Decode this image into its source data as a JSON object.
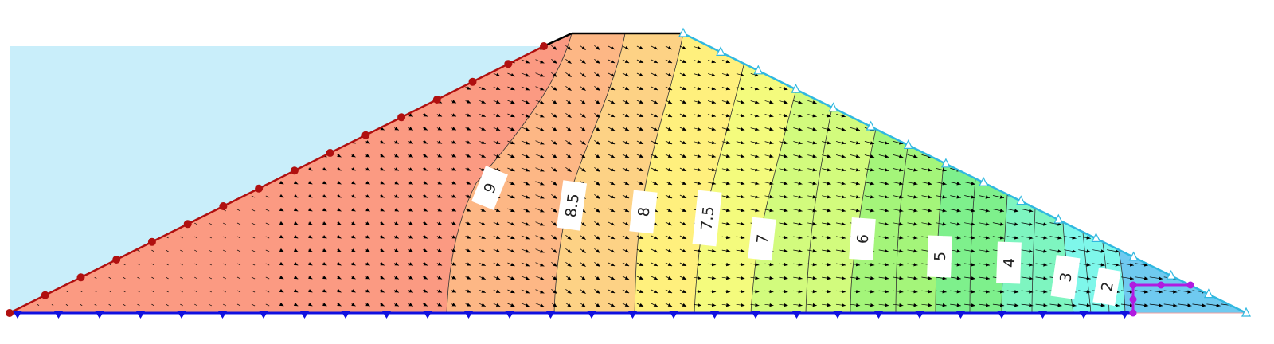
{
  "diagram": {
    "contour_labels": [
      "9",
      "8.5",
      "8",
      "7.5",
      "7",
      "6",
      "5",
      "4",
      "3",
      "2"
    ],
    "colors": {
      "reservoir": "#c9eefa",
      "head_9_plus": "#fb9a82",
      "head_8_5": "#fdb785",
      "head_8": "#fdd285",
      "head_7_5": "#fff07d",
      "head_7": "#f4fb7d",
      "head_6": "#d2fb7d",
      "head_5": "#a4f57a",
      "head_4": "#7ef08c",
      "head_3": "#7ef5c0",
      "head_2": "#7ef7ea",
      "head_low": "#6fcaf0",
      "upstream_boundary": "#b01010",
      "base_boundary": "#1010e0",
      "seepage_face": "#30b8e0",
      "drain": "#b01ce0",
      "crest": "#000000"
    }
  }
}
